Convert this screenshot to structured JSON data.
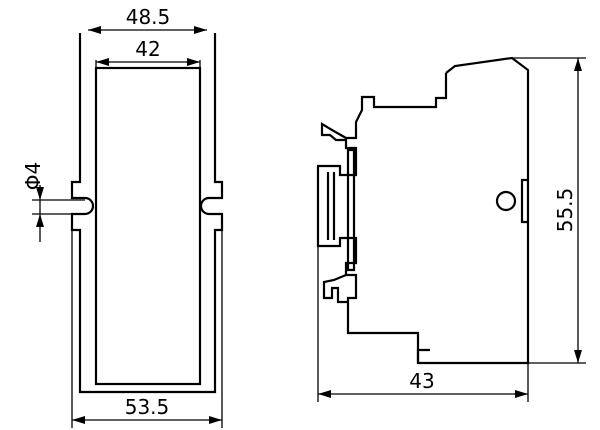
{
  "dimensions": {
    "top_outer": "48.5",
    "top_inner": "42",
    "hole": "Φ4",
    "bottom_width": "53.5",
    "side_height": "55.5",
    "side_depth": "43"
  }
}
